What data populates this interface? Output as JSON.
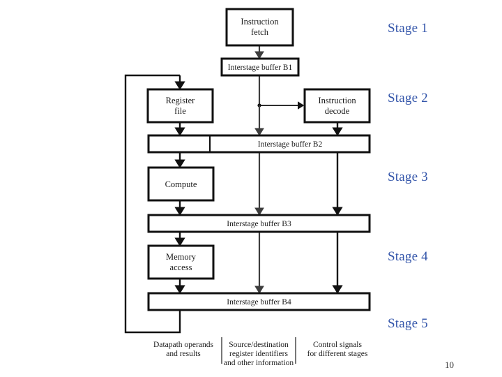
{
  "slide": {
    "page_number": "10",
    "stage_label_color": "#3355aa",
    "diagram_line_color": "#000000",
    "background_color": "#ffffff"
  },
  "stages": [
    {
      "id": "stage-1",
      "label": "Stage 1"
    },
    {
      "id": "stage-2",
      "label": "Stage 2"
    },
    {
      "id": "stage-3",
      "label": "Stage 3"
    },
    {
      "id": "stage-4",
      "label": "Stage 4"
    },
    {
      "id": "stage-5",
      "label": "Stage 5"
    }
  ],
  "diagram": {
    "units": [
      {
        "id": "instruction-fetch",
        "line1": "Instruction",
        "line2": "fetch"
      },
      {
        "id": "register-file",
        "line1": "Register",
        "line2": "file"
      },
      {
        "id": "instruction-decode",
        "line1": "Instruction",
        "line2": "decode"
      },
      {
        "id": "compute",
        "line1": "Compute",
        "line2": ""
      },
      {
        "id": "memory-access",
        "line1": "Memory",
        "line2": "access"
      }
    ],
    "buffers": [
      {
        "id": "interstage-buffer-b1",
        "label": "Interstage buffer B1"
      },
      {
        "id": "interstage-buffer-b2",
        "label": "Interstage buffer B2"
      },
      {
        "id": "interstage-buffer-b3",
        "label": "Interstage buffer B3"
      },
      {
        "id": "interstage-buffer-b4",
        "label": "Interstage buffer B4"
      }
    ],
    "legend": [
      {
        "id": "legend-datapath",
        "line1": "Datapath operands",
        "line2": "and results",
        "line3": ""
      },
      {
        "id": "legend-registers",
        "line1": "Source/destination",
        "line2": "register identifiers",
        "line3": "and other information"
      },
      {
        "id": "legend-control",
        "line1": "Control signals",
        "line2": "for different stages",
        "line3": ""
      }
    ]
  }
}
